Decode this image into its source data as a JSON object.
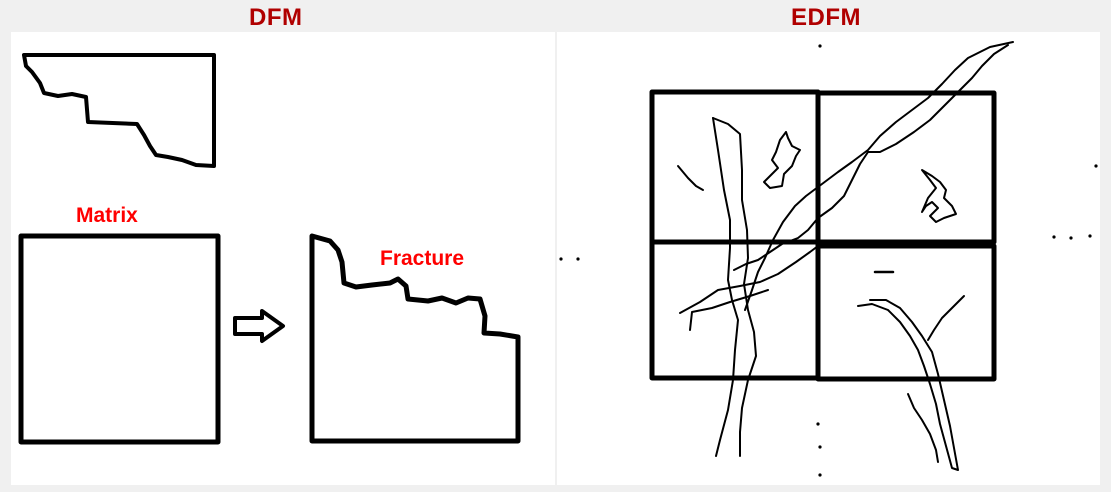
{
  "titles": {
    "left": "DFM",
    "right": "EDFM"
  },
  "labels": {
    "matrix": "Matrix",
    "fracture": "Fracture"
  },
  "colors": {
    "background": "#f0f0f0",
    "panel": "#ffffff",
    "title": "#b00000",
    "label": "#ff0000",
    "stroke": "#000000"
  },
  "icons": {
    "transform_arrow": "outline-right-arrow-icon"
  }
}
